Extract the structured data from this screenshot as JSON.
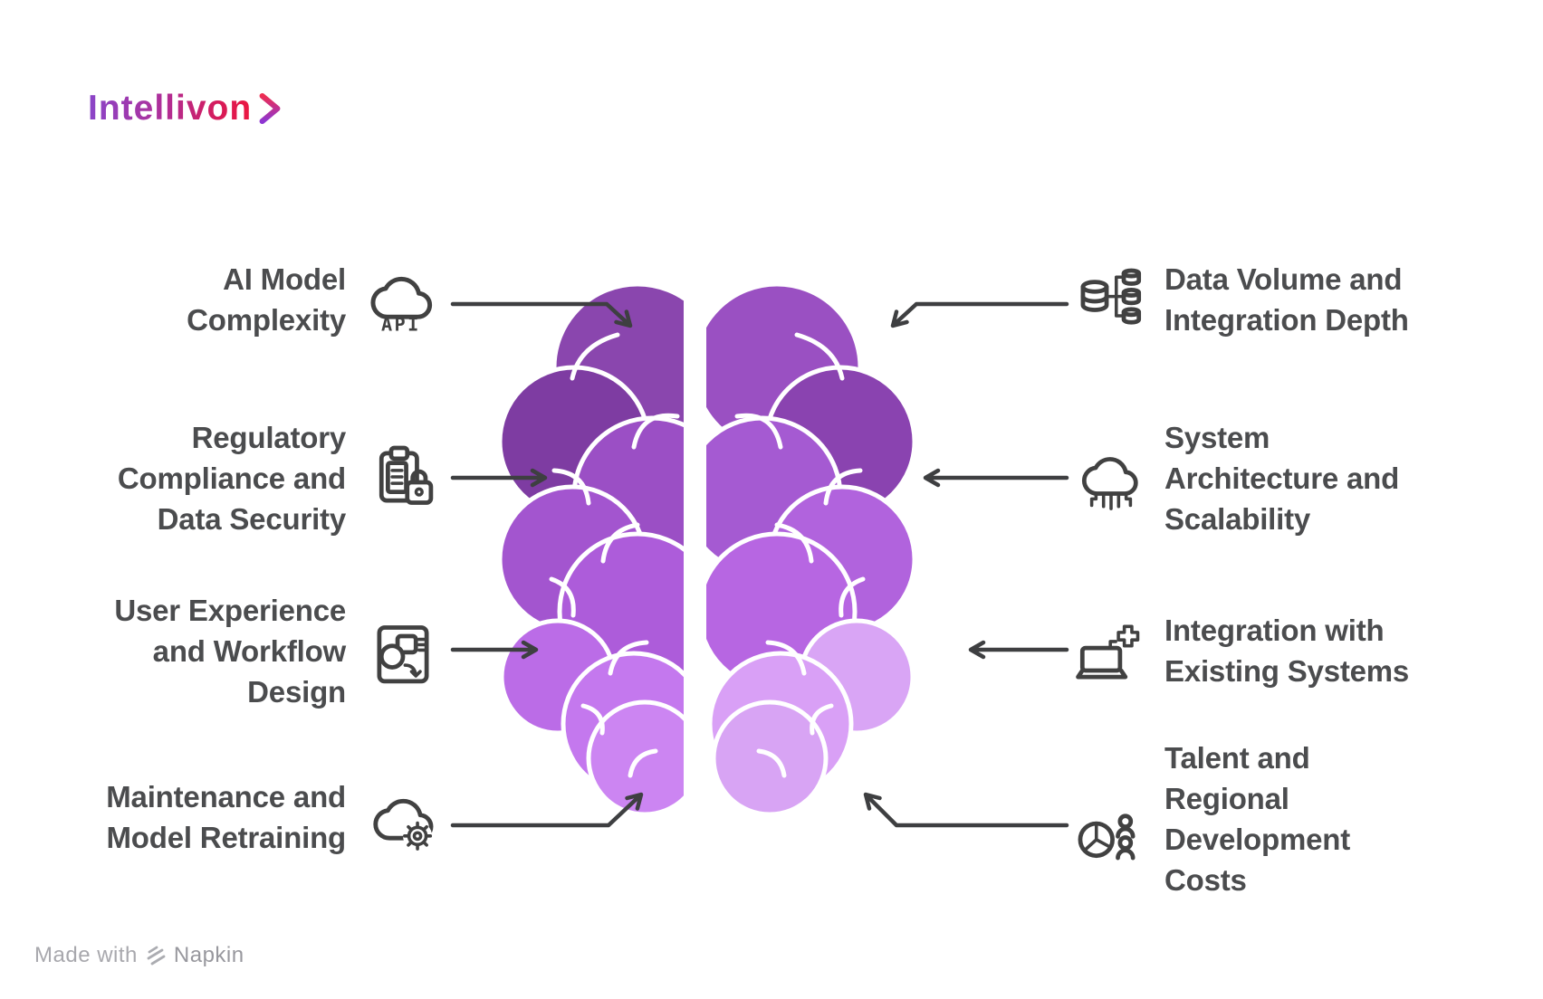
{
  "page": {
    "background": "#ffffff"
  },
  "logo": {
    "text": "Intellivon",
    "chevron_icon": "chevron-right-icon",
    "gradient": [
      "#8a46c9",
      "#ae2f9a",
      "#ec1740"
    ]
  },
  "diagram": {
    "center_illustration": "brain-top-view",
    "brain_colors": {
      "left_bands": [
        "#7e3ca2",
        "#8a46ae",
        "#9b4fc5",
        "#a355cf",
        "#ad5cda",
        "#bb6ce7",
        "#c478ee",
        "#cc85f2"
      ],
      "right_bands": [
        "#8a43b0",
        "#9a50c2",
        "#a55ad2",
        "#b163dd",
        "#b766e2",
        "#d9a5f5",
        "#d9a0f6",
        "#d8a4f4"
      ]
    },
    "left_items": [
      {
        "icon": "cloud-api-icon",
        "label_lines": [
          "AI Model",
          "Complexity"
        ]
      },
      {
        "icon": "clipboard-lock-icon",
        "label_lines": [
          "Regulatory",
          "Compliance and",
          "Data Security"
        ]
      },
      {
        "icon": "wireframe-design-icon",
        "label_lines": [
          "User Experience",
          "and Workflow",
          "Design"
        ]
      },
      {
        "icon": "cloud-gear-icon",
        "label_lines": [
          "Maintenance and",
          "Model Retraining"
        ]
      }
    ],
    "right_items": [
      {
        "icon": "database-network-icon",
        "label_lines": [
          "Data Volume and",
          "Integration Depth"
        ]
      },
      {
        "icon": "cloud-circuit-icon",
        "label_lines": [
          "System",
          "Architecture and",
          "Scalability"
        ]
      },
      {
        "icon": "laptop-plus-icon",
        "label_lines": [
          "Integration with",
          "Existing Systems"
        ]
      },
      {
        "icon": "pie-chart-people-icon",
        "label_lines": [
          "Talent and",
          "Regional",
          "Development",
          "Costs"
        ]
      }
    ]
  },
  "footer": {
    "made_with": "Made with",
    "brand": "Napkin",
    "icon": "napkin-logo-icon"
  },
  "colors": {
    "label_text": "#4b4c4e",
    "arrow": "#3e3f41",
    "icon_stroke": "#414141"
  }
}
